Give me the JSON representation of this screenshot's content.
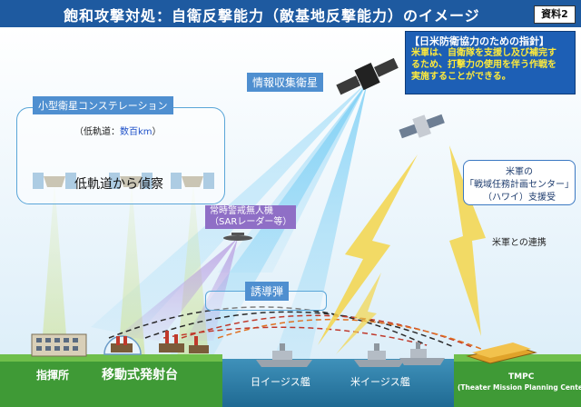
{
  "title": "飽和攻撃対処：自衛反撃能力（敵基地反撃能力）のイメージ",
  "doc_label": "資料2",
  "labels": {
    "intel_satellite": "情報収集衛星",
    "small_sat_constellation": "小型衛星コンステレーション",
    "low_orbit_prefix": "（低軌道：",
    "low_orbit_value": "数百km",
    "low_orbit_suffix": "）",
    "low_orbit_recon": "低軌道から偵察",
    "uav_line1": "常時警戒無人機",
    "uav_line2": "（SARレーダー等）",
    "guided_missile": "誘導弾",
    "us_coordination": "米軍との連携",
    "hq": "指揮所",
    "mobile_launcher": "移動式発射台",
    "jp_aegis": "日イージス艦",
    "us_aegis": "米イージス艦",
    "tmpc_abbr": "TMPC",
    "tmpc_full": "(Theater Mission Planning Center)"
  },
  "guideline": {
    "title": "【日米防衛協力のための指針】",
    "line1": "米軍は、自衛隊を支援し及び補完す",
    "line2": "るため、打撃力の使用を伴う作戦を",
    "line3": "実施することができる。"
  },
  "tmpc_box": {
    "line1": "米軍の",
    "line2": "「戦域任務計画センター」",
    "line3": "（ハワイ）支援受"
  },
  "colors": {
    "title_bg": "#1e5aa0",
    "label_blue": "#4f8fd0",
    "guideline_bg": "#1d5fb5",
    "guideline_text": "#ffeb3b",
    "ground": "#3f9a36",
    "sea": "#2f7fa8",
    "lightning": "#f3d54a"
  }
}
